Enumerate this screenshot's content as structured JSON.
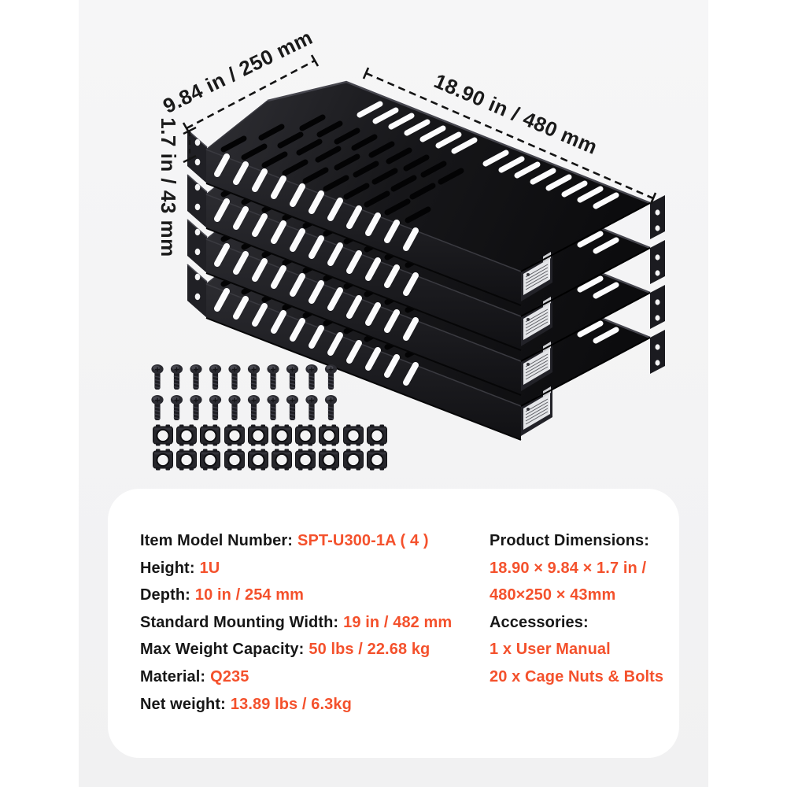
{
  "page": {
    "background": "#ffffff",
    "band_color": "#f3f3f4",
    "card_color": "#ffffff"
  },
  "colors": {
    "accent_orange": "#F4512C",
    "text_black": "#171717",
    "metal_black": "#17171a"
  },
  "annotations": {
    "depth_label": "9.84 in / 250 mm",
    "width_label": "18.90 in / 480 mm",
    "height_label": "1.7 in / 43 mm"
  },
  "hardware": {
    "screw_count": 20,
    "cage_nut_count": 20,
    "shelf_count": 4
  },
  "specs": {
    "left_rows": [
      {
        "label": "Item Model Number:",
        "value": "SPT-U300-1A ( 4 )"
      },
      {
        "label": "Height:",
        "value": "1U"
      },
      {
        "label": "Depth:",
        "value": "10 in / 254 mm"
      },
      {
        "label": "Standard Mounting Width:",
        "value": "19 in / 482 mm"
      },
      {
        "label": "Max Weight Capacity:",
        "value": "50 lbs / 22.68 kg"
      },
      {
        "label": "Material:",
        "value": "Q235"
      },
      {
        "label": "Net weight:",
        "value": "13.89 lbs / 6.3kg"
      }
    ],
    "right_rows": [
      {
        "label": "Product Dimensions:",
        "value": ""
      },
      {
        "label": "",
        "value": "18.90 × 9.84 × 1.7 in /"
      },
      {
        "label": "",
        "value": "480×250 × 43mm"
      },
      {
        "label": "Accessories:",
        "value": ""
      },
      {
        "label": "",
        "value": "1 x User Manual"
      },
      {
        "label": "",
        "value": "20 x Cage Nuts & Bolts"
      }
    ]
  }
}
